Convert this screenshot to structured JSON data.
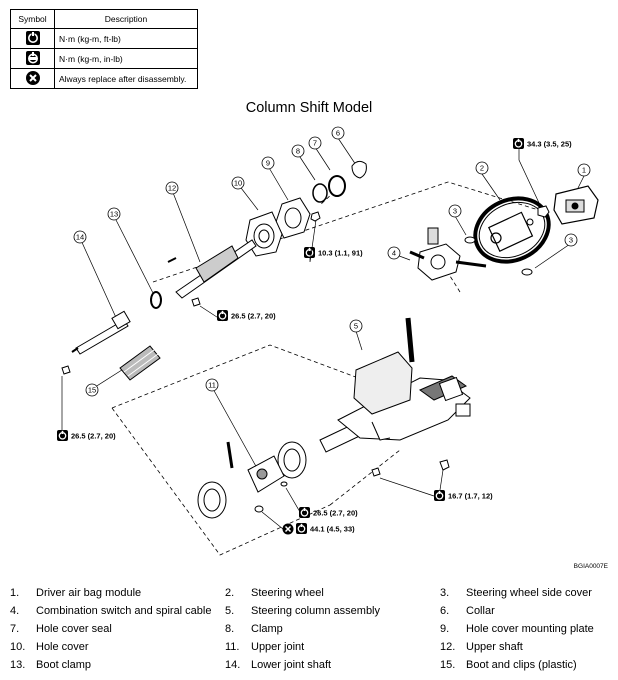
{
  "legend": {
    "header_symbol": "Symbol",
    "header_description": "Description",
    "rows": [
      {
        "icon": "torque-wrench-icon",
        "description": "N·m (kg-m, ft-lb)"
      },
      {
        "icon": "torque-wrench-inlb-icon",
        "description": "N·m (kg-m, in-lb)"
      },
      {
        "icon": "replace-x-icon",
        "description": "Always replace after disassembly."
      }
    ]
  },
  "title": "Column Shift Model",
  "figure_code": "BGIA0007E",
  "callouts": [
    "1",
    "2",
    "3",
    "3",
    "4",
    "5",
    "6",
    "7",
    "8",
    "9",
    "10",
    "11",
    "12",
    "13",
    "14",
    "15"
  ],
  "torque_labels": [
    "34.3 (3.5, 25)",
    "10.3 (1.1, 91)",
    "26.5 (2.7, 20)",
    "26.5 (2.7, 20)",
    "26.5 (2.7, 20)",
    "16.7 (1.7, 12)",
    "44.1 (4.5, 33)"
  ],
  "parts": [
    {
      "num": "1.",
      "name": "Driver air bag module"
    },
    {
      "num": "2.",
      "name": "Steering wheel"
    },
    {
      "num": "3.",
      "name": "Steering wheel side cover"
    },
    {
      "num": "4.",
      "name": "Combination switch and spiral cable"
    },
    {
      "num": "5.",
      "name": "Steering column assembly"
    },
    {
      "num": "6.",
      "name": "Collar"
    },
    {
      "num": "7.",
      "name": "Hole cover seal"
    },
    {
      "num": "8.",
      "name": "Clamp"
    },
    {
      "num": "9.",
      "name": "Hole cover mounting plate"
    },
    {
      "num": "10.",
      "name": "Hole cover"
    },
    {
      "num": "11.",
      "name": "Upper joint"
    },
    {
      "num": "12.",
      "name": "Upper shaft"
    },
    {
      "num": "13.",
      "name": "Boot clamp"
    },
    {
      "num": "14.",
      "name": "Lower joint shaft"
    },
    {
      "num": "15.",
      "name": "Boot and clips (plastic)"
    }
  ]
}
